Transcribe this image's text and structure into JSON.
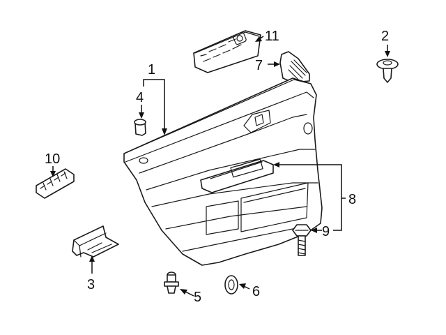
{
  "diagram": {
    "callouts": [
      {
        "id": "1",
        "label": "1"
      },
      {
        "id": "2",
        "label": "2"
      },
      {
        "id": "3",
        "label": "3"
      },
      {
        "id": "4",
        "label": "4"
      },
      {
        "id": "5",
        "label": "5"
      },
      {
        "id": "6",
        "label": "6"
      },
      {
        "id": "7",
        "label": "7"
      },
      {
        "id": "8",
        "label": "8"
      },
      {
        "id": "9",
        "label": "9"
      },
      {
        "id": "10",
        "label": "10"
      },
      {
        "id": "11",
        "label": "11"
      }
    ]
  },
  "colors": {
    "line": "#1a1a1a",
    "background": "#ffffff"
  }
}
